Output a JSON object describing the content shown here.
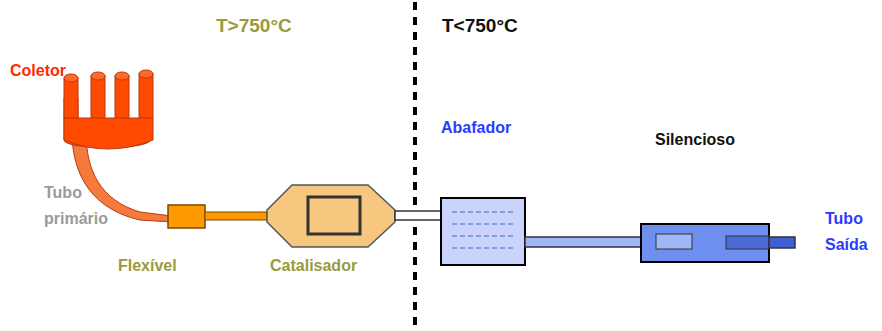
{
  "diagram": {
    "labels": [
      "T>750°C",
      "T<750°C",
      "Coletor",
      "Tubo primário",
      "Flexível",
      "Catalisador",
      "Abafador",
      "Silencioso",
      "Tubo Saída"
    ]
  }
}
